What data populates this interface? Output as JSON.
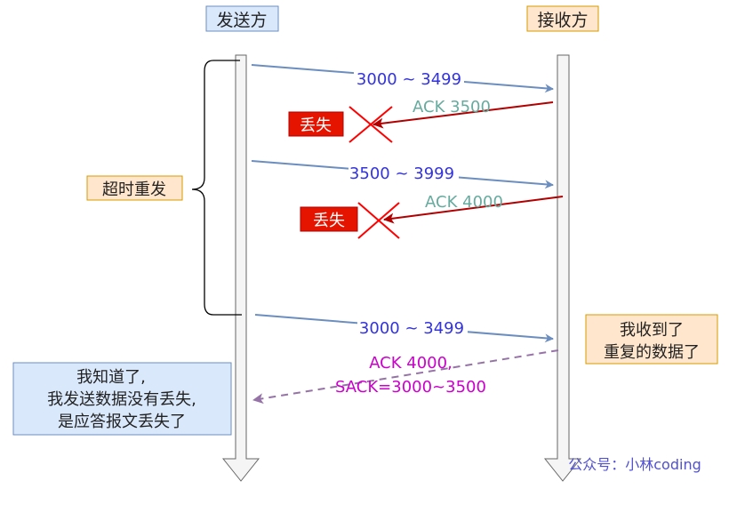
{
  "participants": {
    "sender": "发送方",
    "receiver": "接收方"
  },
  "messages": [
    {
      "label": "3000 ~ 3499"
    },
    {
      "label": "ACK 3500",
      "lost": "丢失"
    },
    {
      "label": "3500 ~ 3999"
    },
    {
      "label": "ACK 4000",
      "lost": "丢失"
    },
    {
      "label": "3000 ~ 3499"
    },
    {
      "label_line1": "ACK 4000,",
      "label_line2": "SACK=3000~3500"
    }
  ],
  "timeout_label": "超时重发",
  "receiver_note": {
    "line1": "我收到了",
    "line2": "重复的数据了"
  },
  "sender_note": {
    "line1": "我知道了,",
    "line2": "我发送数据没有丢失,",
    "line3": "是应答报文丢失了"
  },
  "watermark": "公众号：小林coding",
  "colors": {
    "data_arrow": "#6C8EBF",
    "ack_arrow": "#B20000",
    "sack_arrow": "#9673A6",
    "data_text": "#3333DD",
    "ack_text": "#67AB9F",
    "sack_text": "#CC00CC",
    "lost_box": "#E51400"
  }
}
